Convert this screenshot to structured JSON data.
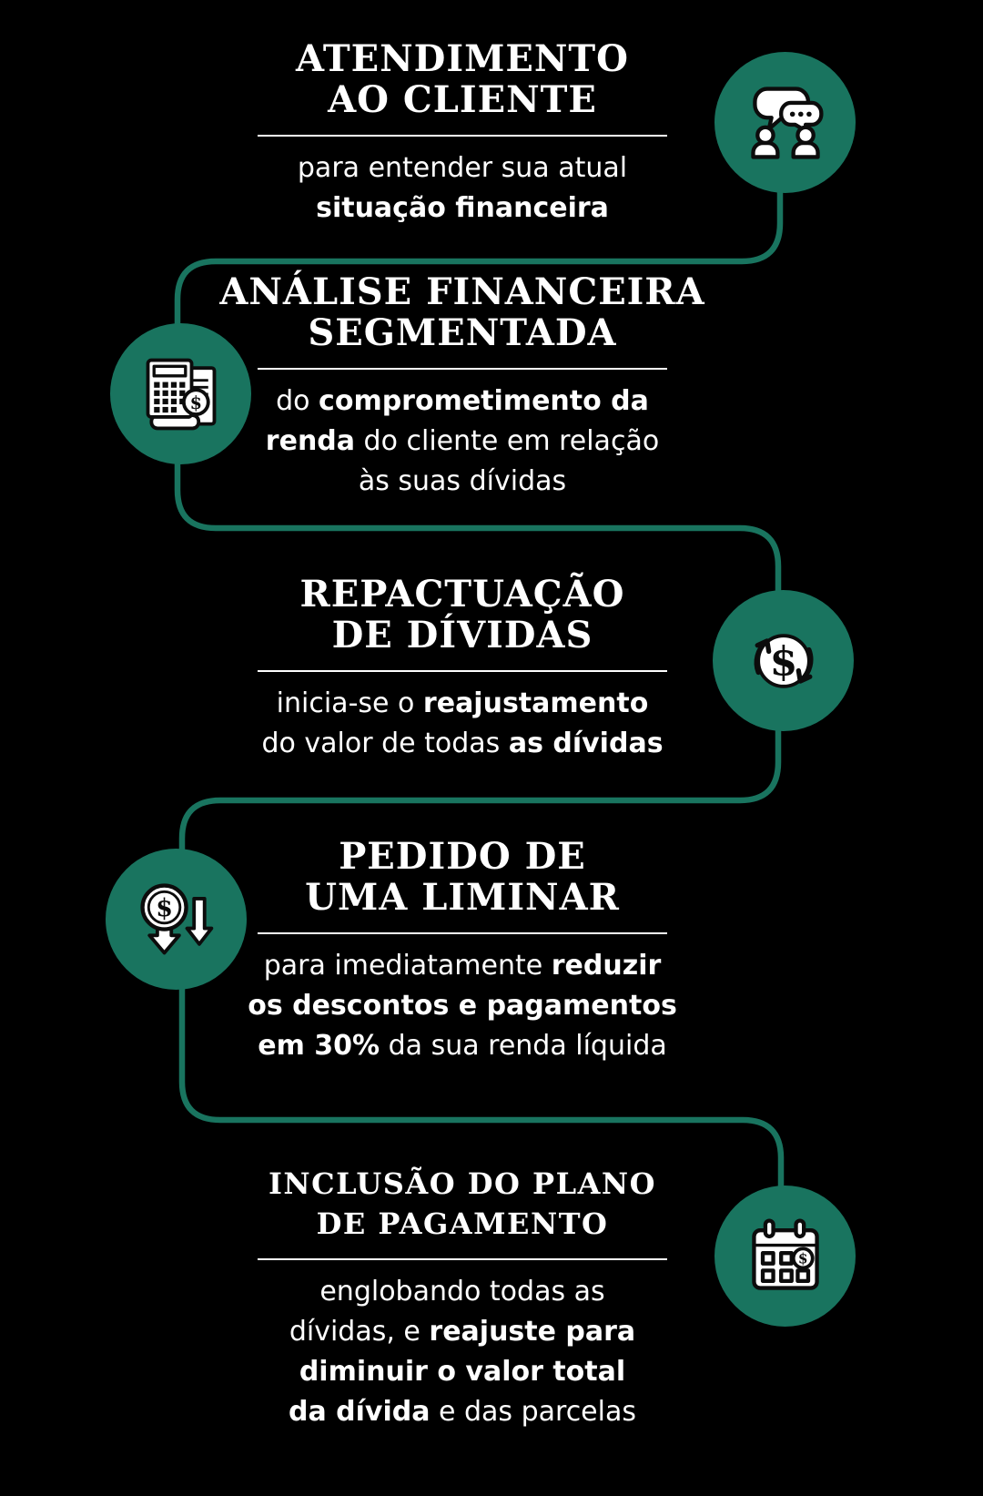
{
  "colors": {
    "background": "#000000",
    "accent_teal": "#19745f",
    "text": "#ffffff",
    "icon_ink": "#0c0c0c"
  },
  "steps": [
    {
      "id": "atendimento-ao-cliente",
      "icon": "chat-icon",
      "icon_side": "right",
      "title_lines": [
        "ATENDIMENTO",
        "AO CLIENTE"
      ],
      "desc_lines": [
        [
          {
            "t": "para entender sua atual",
            "b": false
          }
        ],
        [
          {
            "t": "situação financeira",
            "b": true
          }
        ]
      ]
    },
    {
      "id": "analise-financeira-segmentada",
      "icon": "calculator-icon",
      "icon_side": "left",
      "title_lines": [
        "ANÁLISE FINANCEIRA",
        "SEGMENTADA"
      ],
      "desc_lines": [
        [
          {
            "t": "do ",
            "b": false
          },
          {
            "t": "comprometimento da",
            "b": true
          }
        ],
        [
          {
            "t": "renda",
            "b": true
          },
          {
            "t": " do cliente em relação",
            "b": false
          }
        ],
        [
          {
            "t": "às suas dívidas",
            "b": false
          }
        ]
      ]
    },
    {
      "id": "repactuacao-de-dividas",
      "icon": "money-exchange-icon",
      "icon_side": "right",
      "title_lines": [
        "REPACTUAÇÃO",
        "DE DÍVIDAS"
      ],
      "desc_lines": [
        [
          {
            "t": "inicia-se o ",
            "b": false
          },
          {
            "t": "reajustamento",
            "b": true
          }
        ],
        [
          {
            "t": "do valor de todas ",
            "b": false
          },
          {
            "t": "as dívidas",
            "b": true
          }
        ]
      ]
    },
    {
      "id": "pedido-de-uma-liminar",
      "icon": "money-reduction-icon",
      "icon_side": "left",
      "title_lines": [
        "PEDIDO DE",
        "UMA LIMINAR"
      ],
      "desc_lines": [
        [
          {
            "t": "para imediatamente ",
            "b": false
          },
          {
            "t": "reduzir",
            "b": true
          }
        ],
        [
          {
            "t": "os descontos e pagamentos",
            "b": true
          }
        ],
        [
          {
            "t": "em 30%",
            "b": true
          },
          {
            "t": " da sua renda líquida",
            "b": false
          }
        ]
      ]
    },
    {
      "id": "inclusao-do-plano-de-pagamento",
      "icon": "payment-calendar-icon",
      "icon_side": "right",
      "title_lines": [
        "INCLUSÃO DO PLANO",
        "DE PAGAMENTO"
      ],
      "desc_lines": [
        [
          {
            "t": "englobando todas as",
            "b": false
          }
        ],
        [
          {
            "t": "dívidas, e ",
            "b": false
          },
          {
            "t": "reajuste para",
            "b": true
          }
        ],
        [
          {
            "t": "diminuir o valor total",
            "b": true
          }
        ],
        [
          {
            "t": "da dívida",
            "b": true
          },
          {
            "t": " e das parcelas",
            "b": false
          }
        ]
      ]
    }
  ]
}
